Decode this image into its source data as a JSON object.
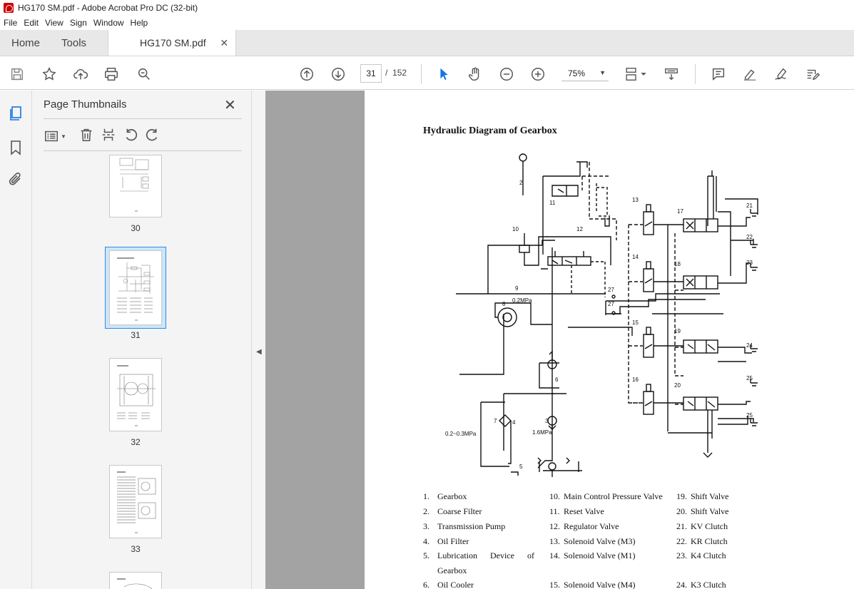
{
  "window": {
    "title": "HG170 SM.pdf - Adobe Acrobat Pro DC (32-bit)"
  },
  "menu": [
    "File",
    "Edit",
    "View",
    "Sign",
    "Window",
    "Help"
  ],
  "tabs": {
    "home": "Home",
    "tools": "Tools",
    "document": "HG170 SM.pdf"
  },
  "toolbar": {
    "current_page": "31",
    "page_separator": "/",
    "total_pages": "152",
    "zoom": "75%"
  },
  "panel": {
    "title": "Page Thumbnails",
    "thumbnails": [
      {
        "number": "30",
        "selected": false
      },
      {
        "number": "31",
        "selected": true
      },
      {
        "number": "32",
        "selected": false
      },
      {
        "number": "33",
        "selected": false
      }
    ]
  },
  "document": {
    "title": "Hydraulic Diagram of Gearbox",
    "diagram_labels": {
      "l2": "2",
      "l3": "3",
      "l4": "4",
      "l5": "5",
      "l6": "6",
      "l7": "7",
      "l8": "8",
      "l9": "9",
      "l10": "10",
      "l11": "11",
      "l12": "12",
      "l13": "13",
      "l14": "14",
      "l15": "15",
      "l16": "16",
      "l17": "17",
      "l18": "18",
      "l19": "19",
      "l20": "20",
      "l21": "21",
      "l22": "22",
      "l23": "23",
      "l24": "24",
      "l25a": "25",
      "l25b": "25",
      "l27a": "27",
      "l27b": "27",
      "p_low": "0.2MPa",
      "p_oil": "0.2~0.3MPa",
      "p_high": "1.6MPa"
    },
    "legend": {
      "col1": [
        {
          "n": "1.",
          "t": "Gearbox"
        },
        {
          "n": "2.",
          "t": "Coarse Filter"
        },
        {
          "n": "3.",
          "t": "Transmission Pump"
        },
        {
          "n": "4.",
          "t": "Oil Filter"
        },
        {
          "n": "5.",
          "t": "Lubrication      Device      of"
        },
        {
          "n": "",
          "t": "Gearbox"
        },
        {
          "n": "6.",
          "t": "Oil Cooler"
        }
      ],
      "col2": [
        {
          "n": "10.",
          "t": "Main Control Pressure Valve"
        },
        {
          "n": "11.",
          "t": "Reset Valve"
        },
        {
          "n": "12.",
          "t": "Regulator Valve"
        },
        {
          "n": "13.",
          "t": "Solenoid Valve (M3)"
        },
        {
          "n": "14.",
          "t": "Solenoid Valve (M1)"
        },
        {
          "n": "",
          "t": ""
        },
        {
          "n": "15.",
          "t": "Solenoid Valve (M4)"
        }
      ],
      "col3": [
        {
          "n": "19.",
          "t": "Shift Valve"
        },
        {
          "n": "20.",
          "t": "Shift Valve"
        },
        {
          "n": "21.",
          "t": "KV Clutch"
        },
        {
          "n": "22.",
          "t": "KR Clutch"
        },
        {
          "n": "23.",
          "t": "K4 Clutch"
        },
        {
          "n": "",
          "t": ""
        },
        {
          "n": "24.",
          "t": "K3 Clutch"
        }
      ]
    }
  }
}
